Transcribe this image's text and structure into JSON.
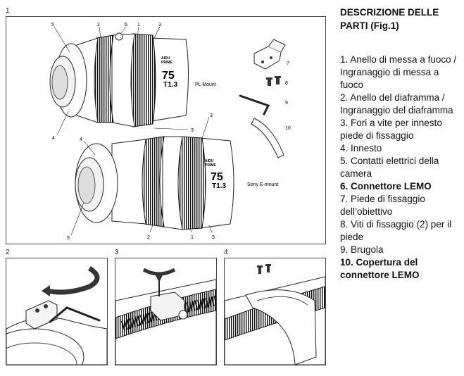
{
  "figure": {
    "main_label": "1",
    "panels": [
      {
        "label": "2"
      },
      {
        "label": "3"
      },
      {
        "label": "4"
      }
    ],
    "lens_top": {
      "mount": "PL Mount",
      "brand_line1": "AIDU",
      "brand_line2": "PRIME",
      "focal": "75",
      "aperture": "T1.3",
      "callouts": [
        "5",
        "2",
        "6",
        "1",
        "3",
        "4",
        "3"
      ]
    },
    "lens_bottom": {
      "mount": "Sony E-mount",
      "brand_line1": "AIDU",
      "brand_line2": "PRIME",
      "focal": "75",
      "aperture": "T1.3",
      "callouts": [
        "3",
        "4",
        "5",
        "2",
        "1",
        "3"
      ]
    },
    "accessories": [
      "7",
      "8",
      "9",
      "10"
    ]
  },
  "description": {
    "title": "DESCRIZIONE DELLE PARTI (Fig.1)",
    "items": [
      {
        "text": "1. Anello di messa a fuoco / Ingranaggio di messa a fuoco",
        "bold": false
      },
      {
        "text": "2. Anello del diaframma / Ingranaggio del diaframma",
        "bold": false
      },
      {
        "text": "3. Fori a vite per innesto piede di fissaggio",
        "bold": false
      },
      {
        "text": "4. Innesto",
        "bold": false
      },
      {
        "text": "5. Contatti elettrici della camera",
        "bold": false
      },
      {
        "text": "6. Connettore LEMO",
        "bold": true
      },
      {
        "text": "7. Piede di fissaggio dell’obiettivo",
        "bold": false
      },
      {
        "text": "8. Viti di fissaggio (2) per il piede",
        "bold": false
      },
      {
        "text": "9. Brugola",
        "bold": false
      },
      {
        "text": "10. Copertura del connettore LEMO",
        "bold": true
      }
    ]
  }
}
